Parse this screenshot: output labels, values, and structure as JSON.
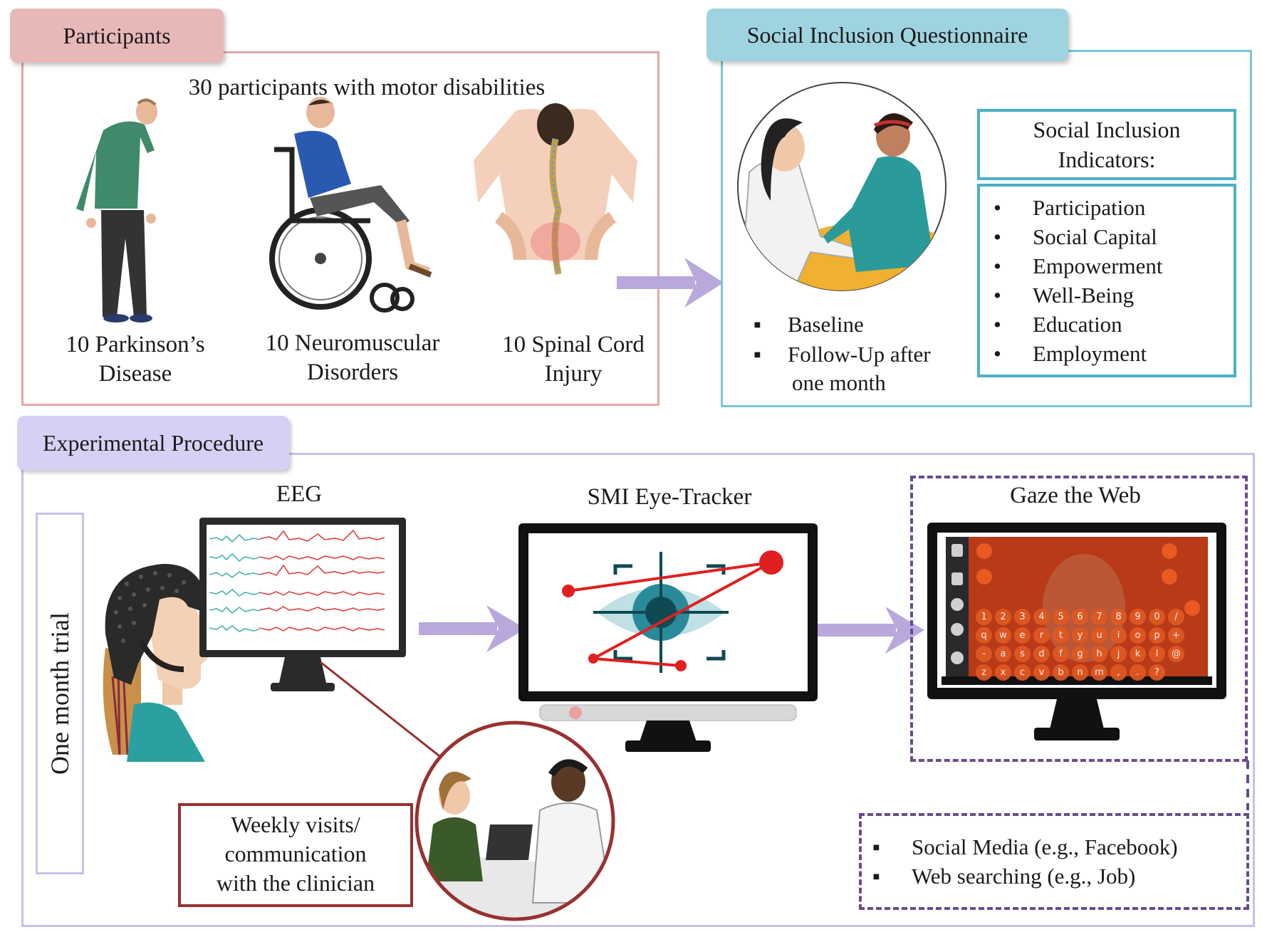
{
  "participants": {
    "tab_label": "Participants",
    "headline": "30 participants with motor disabilities",
    "groups": [
      {
        "line1": "10 Parkinson’s",
        "line2": "Disease"
      },
      {
        "line1": "10 Neuromuscular",
        "line2": "Disorders"
      },
      {
        "line1": "10 Spinal Cord",
        "line2": "Injury"
      }
    ]
  },
  "questionnaire": {
    "tab_label": "Social Inclusion Questionnaire",
    "timepoints": [
      "Baseline",
      "Follow-Up after",
      "one month"
    ],
    "indicators_title_line1": "Social Inclusion",
    "indicators_title_line2": "Indicators:",
    "indicators": [
      "Participation",
      "Social Capital",
      "Empowerment",
      "Well-Being",
      "Education",
      "Employment"
    ]
  },
  "procedure": {
    "tab_label": "Experimental Procedure",
    "side_label": "One month trial",
    "eeg_label": "EEG",
    "eyetracker_label": "SMI Eye-Tracker",
    "gaze_label": "Gaze the Web",
    "keyboard_keys": [
      "1",
      "2",
      "3",
      "4",
      "5",
      "6",
      "7",
      "8",
      "9",
      "0",
      "/",
      "q",
      "w",
      "e",
      "r",
      "t",
      "y",
      "u",
      "i",
      "o",
      "p",
      "+",
      "-",
      "a",
      "s",
      "d",
      "f",
      "g",
      "h",
      "j",
      "k",
      "l",
      "@",
      "z",
      "x",
      "c",
      "v",
      "b",
      "n",
      "m",
      ",",
      ".",
      "?"
    ],
    "visits_line1": "Weekly visits/",
    "visits_line2": "communication",
    "visits_line3": "with the clinician",
    "uses": [
      "Social Media (e.g., Facebook)",
      "Web searching (e.g., Job)"
    ]
  },
  "colors": {
    "participants_tab": "#e8b8b8",
    "participants_border": "#e0a8a8",
    "questionnaire_tab": "#9fd3e0",
    "questionnaire_border": "#7cc4d8",
    "indicator_border": "#4bb0c8",
    "procedure_tab": "#d8d0f4",
    "procedure_border": "#c8c0ec",
    "arrow": "#b8a8dc",
    "dashed": "#6a4a8c",
    "visits_border": "#9a3030"
  }
}
